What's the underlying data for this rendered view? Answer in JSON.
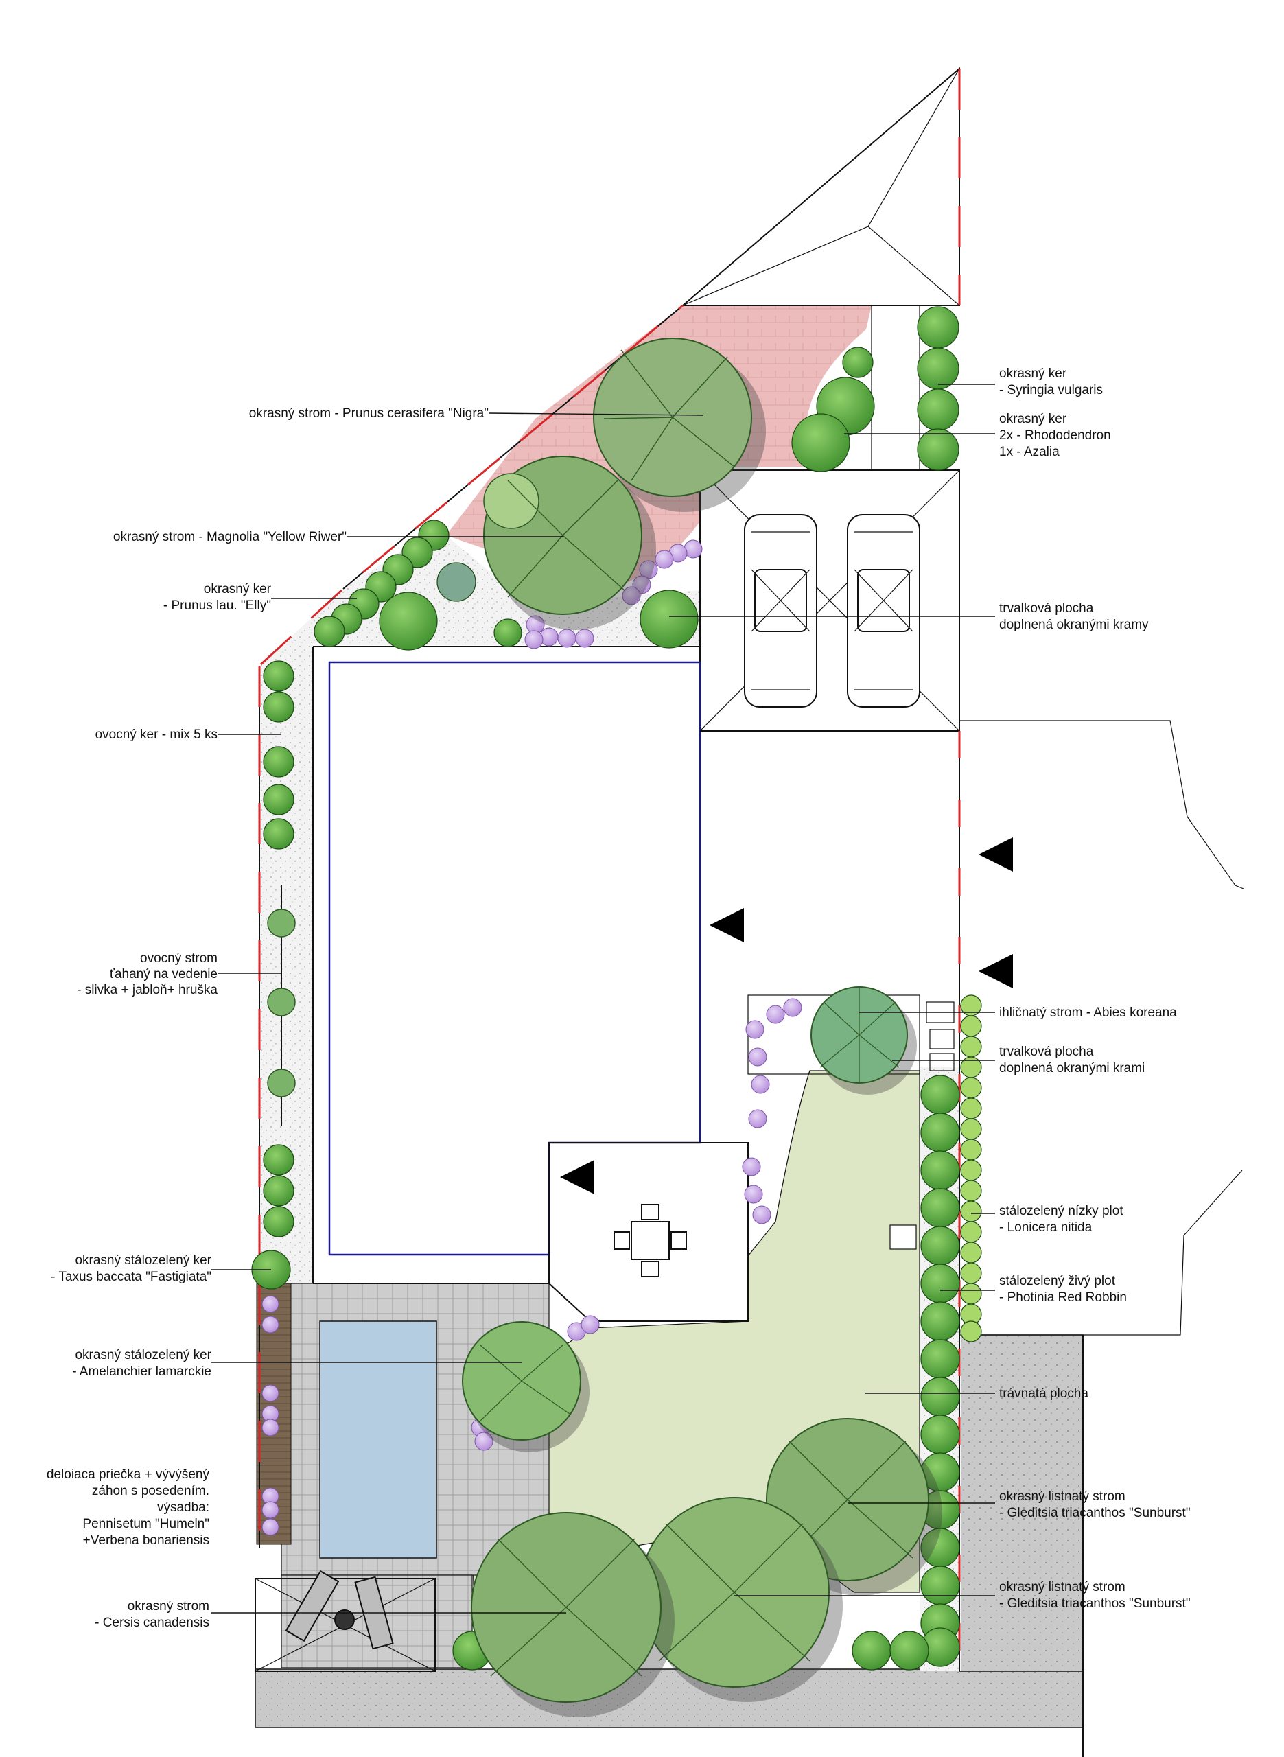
{
  "labels_left": [
    "okrasný strom - Prunus cerasifera \"Nigra\"",
    "okrasný strom - Magnolia \"Yellow Riwer\"",
    [
      "okrasný ker",
      "- Prunus lau. \"Elly\""
    ],
    "ovocný ker - mix 5 ks",
    [
      "ovocný strom",
      "ťahaný na vedenie",
      "- slivka + jabloň+ hruška"
    ],
    [
      "okrasný stálozelený ker",
      "- Taxus baccata \"Fastigiata\""
    ],
    [
      "okrasný stálozelený ker",
      "- Amelanchier lamarckie"
    ],
    [
      "deloiaca priečka + vývýšený",
      "záhon s posedením.",
      "výsadba:",
      "Pennisetum \"Humeln\"",
      "+Verbena bonariensis"
    ],
    [
      "okrasný strom",
      "- Cersis canadensis"
    ]
  ],
  "labels_right": [
    [
      "okrasný ker",
      "- Syringia vulgaris"
    ],
    [
      "okrasný ker",
      "2x - Rhododendron",
      "1x - Azalia"
    ],
    [
      "trvalková plocha",
      "doplnená okranými kramy"
    ],
    "ihličnatý strom - Abies koreana",
    [
      "trvalková plocha",
      "doplnená okranými krami"
    ],
    [
      "stálozelený nízky plot",
      "- Lonicera nitida"
    ],
    [
      "stálozelený živý plot",
      "- Photinia Red Robbin"
    ],
    "trávnatá plocha",
    [
      "okrasný listnatý strom",
      "- Gleditsia triacanthos \"Sunburst\""
    ],
    [
      "okrasný listnatý strom",
      "- Gleditsia triacanthos \"Sunburst\""
    ]
  ],
  "colors": {
    "lawn": "#dde7c5",
    "paving_pink": "#eab8b8",
    "pool": "#b4cde0",
    "stone_tiles": "#cfcfcf",
    "road": "#c8c8c8",
    "gravel": "#f1f1f1",
    "tree_green": "#7cb36a",
    "shrub_green": "#55a940",
    "flower_purple": "#c4a3e6",
    "fence_red": "#d6282b",
    "house_blue": "#1a1a8c"
  }
}
